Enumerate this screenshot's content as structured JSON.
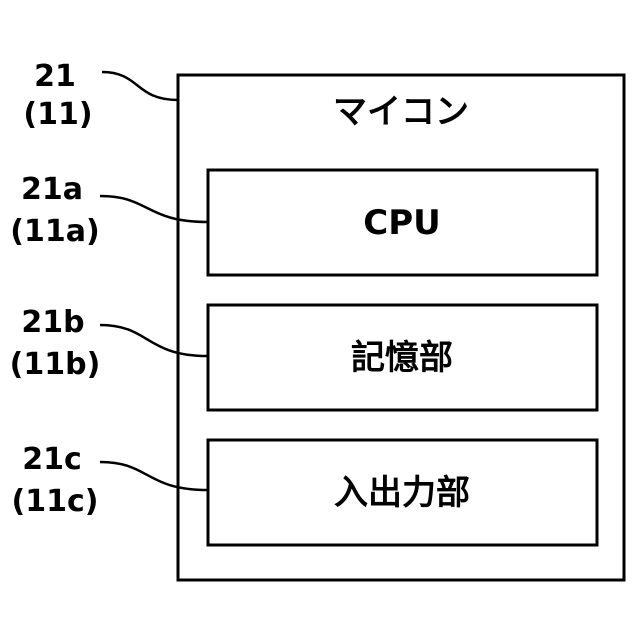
{
  "outer": {
    "title": "マイコン",
    "ref": "21",
    "ref_paren": "(11)"
  },
  "blocks": [
    {
      "label": "CPU",
      "ref": "21a",
      "ref_paren": "(11a)"
    },
    {
      "label": "記憶部",
      "ref": "21b",
      "ref_paren": "(11b)"
    },
    {
      "label": "入出力部",
      "ref": "21c",
      "ref_paren": "(11c)"
    }
  ],
  "colors": {
    "line": "#000000",
    "background": "#ffffff"
  }
}
